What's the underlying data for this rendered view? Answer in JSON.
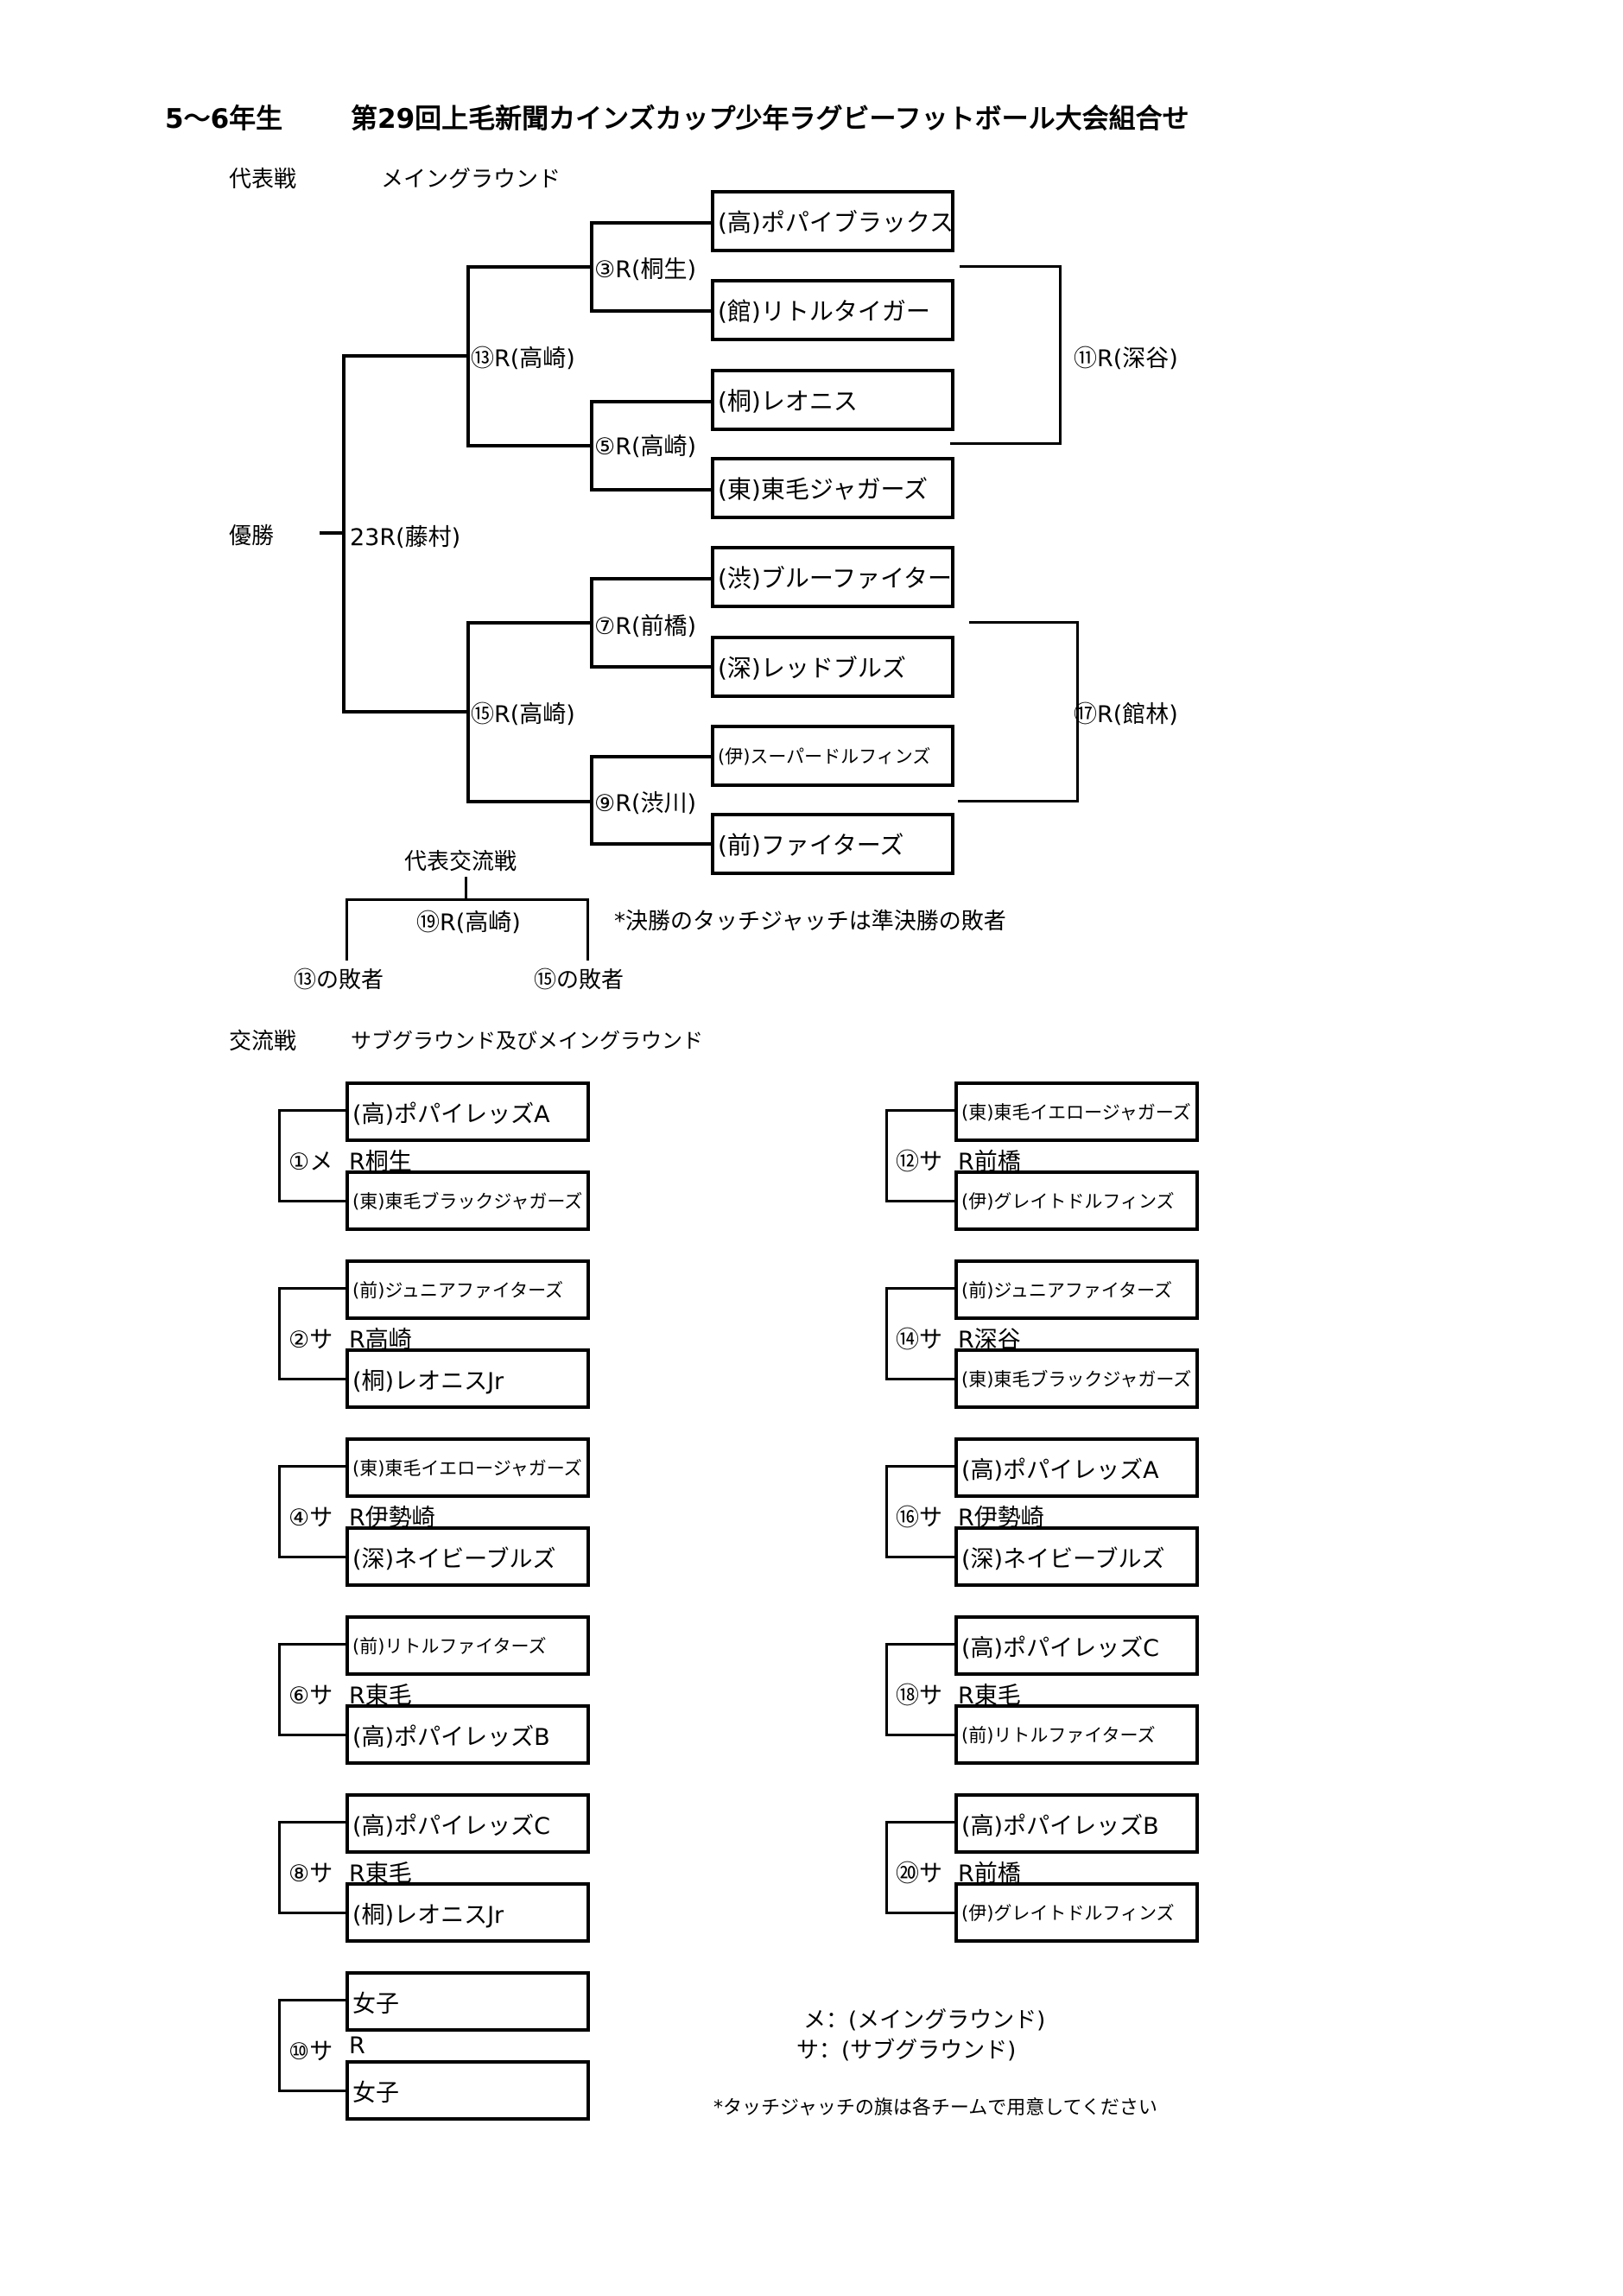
{
  "header": {
    "grade": "5〜6年生",
    "title": "第29回上毛新聞カインズカップ少年ラグビーフットボール大会組合せ"
  },
  "representative": {
    "section_label": "代表戦",
    "ground": "メイングラウンド",
    "champion_label": "優勝",
    "final": "23R(藤村)",
    "semifinals": [
      "⑬R(高崎)",
      "⑮R(高崎)"
    ],
    "quarterfinals": [
      "③R(桐生)",
      "⑤R(高崎)",
      "⑦R(前橋)",
      "⑨R(渋川)"
    ],
    "teams": [
      "(高)ポパイブラックス",
      "(館)リトルタイガー",
      "(桐)レオニス",
      "(東)東毛ジャガーズ",
      "(渋)ブルーファイターズ",
      "(深)レッドブルズ",
      "(伊)スーパードルフィンズ",
      "(前)ファイターズ"
    ],
    "side_matches": [
      "⑪R(深谷)",
      "⑰R(館林)"
    ]
  },
  "rep_exchange": {
    "label": "代表交流戦",
    "match": "⑲R(高崎)",
    "left": "⑬の敗者",
    "right": "⑮の敗者",
    "note": "*決勝のタッチジャッチは準決勝の敗者"
  },
  "exchange": {
    "section_label": "交流戦",
    "ground": "サブグラウンド及びメイングラウンド",
    "left": [
      {
        "match": "①メ",
        "ref": "R桐生",
        "team1": "(高)ポパイレッズA",
        "team2": "(東)東毛ブラックジャガーズ"
      },
      {
        "match": "②サ",
        "ref": "R高崎",
        "team1": "(前)ジュニアファイターズ",
        "team2": "(桐)レオニスJr"
      },
      {
        "match": "④サ",
        "ref": "R伊勢崎",
        "team1": "(東)東毛イエロージャガーズ",
        "team2": "(深)ネイビーブルズ"
      },
      {
        "match": "⑥サ",
        "ref": "R東毛",
        "team1": "(前)リトルファイターズ",
        "team2": "(高)ポパイレッズB"
      },
      {
        "match": "⑧サ",
        "ref": "R東毛",
        "team1": "(高)ポパイレッズC",
        "team2": "(桐)レオニスJr"
      },
      {
        "match": "⑩サ",
        "ref": "R",
        "team1": "女子",
        "team2": "女子"
      }
    ],
    "right": [
      {
        "match": "⑫サ",
        "ref": "R前橋",
        "team1": "(東)東毛イエロージャガーズ",
        "team2": "(伊)グレイトドルフィンズ"
      },
      {
        "match": "⑭サ",
        "ref": "R深谷",
        "team1": "(前)ジュニアファイターズ",
        "team2": "(東)東毛ブラックジャガーズ"
      },
      {
        "match": "⑯サ",
        "ref": "R伊勢崎",
        "team1": "(高)ポパイレッズA",
        "team2": "(深)ネイビーブルズ"
      },
      {
        "match": "⑱サ",
        "ref": "R東毛",
        "team1": "(高)ポパイレッズC",
        "team2": "(前)リトルファイターズ"
      },
      {
        "match": "⑳サ",
        "ref": "R前橋",
        "team1": "(高)ポパイレッズB",
        "team2": "(伊)グレイトドルフィンズ"
      }
    ]
  },
  "legend": {
    "main": "メ：(メイングラウンド)",
    "sub": "サ：(サブグラウンド)",
    "note": "*タッチジャッチの旗は各チームで用意してください"
  }
}
